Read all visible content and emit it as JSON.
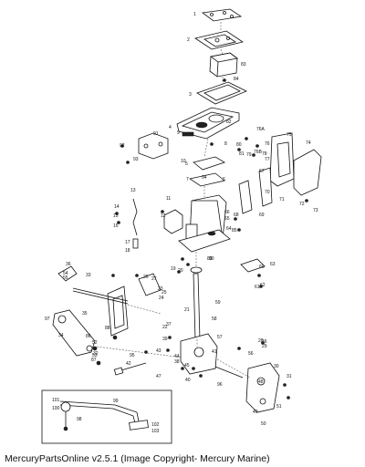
{
  "caption": "MercuryPartsOnline v2.5.1 (Image Copyright- Mercury Marine)",
  "callouts": [
    {
      "id": "c1",
      "text": "1"
    },
    {
      "id": "c2",
      "text": "2"
    },
    {
      "id": "c83",
      "text": "83"
    },
    {
      "id": "c84",
      "text": "84"
    },
    {
      "id": "c3",
      "text": "3"
    },
    {
      "id": "c4",
      "text": "4"
    },
    {
      "id": "c5",
      "text": "5"
    },
    {
      "id": "c6",
      "text": "6"
    },
    {
      "id": "c7",
      "text": "7"
    },
    {
      "id": "c8",
      "text": "8"
    },
    {
      "id": "c9",
      "text": "9"
    },
    {
      "id": "c10",
      "text": "10"
    },
    {
      "id": "c11",
      "text": "11"
    },
    {
      "id": "c12",
      "text": "12"
    },
    {
      "id": "c13",
      "text": "13"
    },
    {
      "id": "c14",
      "text": "14"
    },
    {
      "id": "c15",
      "text": "15"
    },
    {
      "id": "c16",
      "text": "16"
    },
    {
      "id": "c17",
      "text": "17"
    },
    {
      "id": "c18",
      "text": "18"
    },
    {
      "id": "c19",
      "text": "19"
    },
    {
      "id": "c20",
      "text": "20"
    },
    {
      "id": "c21",
      "text": "21"
    },
    {
      "id": "c22",
      "text": "22"
    },
    {
      "id": "c23",
      "text": "23"
    },
    {
      "id": "c24",
      "text": "24"
    },
    {
      "id": "c25",
      "text": "25"
    },
    {
      "id": "c26",
      "text": "26"
    },
    {
      "id": "c27",
      "text": "27"
    },
    {
      "id": "c28",
      "text": "28"
    },
    {
      "id": "c29",
      "text": "29"
    },
    {
      "id": "c30",
      "text": "30"
    },
    {
      "id": "c31",
      "text": "31"
    },
    {
      "id": "c32",
      "text": "32"
    },
    {
      "id": "c33",
      "text": "33"
    },
    {
      "id": "c34",
      "text": "34"
    },
    {
      "id": "c35",
      "text": "35"
    },
    {
      "id": "c36",
      "text": "36"
    },
    {
      "id": "c37",
      "text": "37"
    },
    {
      "id": "c38",
      "text": "38"
    },
    {
      "id": "c39",
      "text": "39"
    },
    {
      "id": "c40",
      "text": "40"
    },
    {
      "id": "c41",
      "text": "41"
    },
    {
      "id": "c42",
      "text": "42"
    },
    {
      "id": "c43",
      "text": "43"
    },
    {
      "id": "c44",
      "text": "44"
    },
    {
      "id": "c45",
      "text": "45"
    },
    {
      "id": "c46",
      "text": "46"
    },
    {
      "id": "c47",
      "text": "47"
    },
    {
      "id": "c48",
      "text": "48"
    },
    {
      "id": "c49",
      "text": "49"
    },
    {
      "id": "c50",
      "text": "50"
    },
    {
      "id": "c51",
      "text": "51"
    },
    {
      "id": "c52",
      "text": "52"
    },
    {
      "id": "c53",
      "text": "53"
    },
    {
      "id": "c54",
      "text": "54"
    },
    {
      "id": "c55",
      "text": "55"
    },
    {
      "id": "c56",
      "text": "56"
    },
    {
      "id": "c57",
      "text": "57"
    },
    {
      "id": "c58",
      "text": "58"
    },
    {
      "id": "c59",
      "text": "59"
    },
    {
      "id": "c60",
      "text": "60"
    },
    {
      "id": "c61",
      "text": "61"
    },
    {
      "id": "c62",
      "text": "62"
    },
    {
      "id": "c63",
      "text": "63"
    },
    {
      "id": "c64",
      "text": "64"
    },
    {
      "id": "c65",
      "text": "65"
    },
    {
      "id": "c66",
      "text": "66"
    },
    {
      "id": "c67",
      "text": "67"
    },
    {
      "id": "c68",
      "text": "68"
    },
    {
      "id": "c69",
      "text": "69"
    },
    {
      "id": "c70",
      "text": "70"
    },
    {
      "id": "c71",
      "text": "71"
    },
    {
      "id": "c72",
      "text": "72"
    },
    {
      "id": "c73",
      "text": "73"
    },
    {
      "id": "c74",
      "text": "74"
    },
    {
      "id": "c75",
      "text": "75"
    },
    {
      "id": "c76",
      "text": "76"
    },
    {
      "id": "c76a",
      "text": "76A"
    },
    {
      "id": "c76b",
      "text": "76B"
    },
    {
      "id": "c77",
      "text": "77"
    },
    {
      "id": "c78",
      "text": "78"
    },
    {
      "id": "c79",
      "text": "79"
    },
    {
      "id": "c80",
      "text": "80"
    },
    {
      "id": "c81",
      "text": "81"
    },
    {
      "id": "c82",
      "text": "82"
    },
    {
      "id": "c85",
      "text": "85"
    },
    {
      "id": "c86",
      "text": "86"
    },
    {
      "id": "c87",
      "text": "87"
    },
    {
      "id": "c88",
      "text": "88"
    },
    {
      "id": "c89",
      "text": "89"
    },
    {
      "id": "c90",
      "text": "90"
    },
    {
      "id": "c91",
      "text": "91"
    },
    {
      "id": "c92",
      "text": "92"
    },
    {
      "id": "c93",
      "text": "93"
    },
    {
      "id": "c94",
      "text": "94"
    },
    {
      "id": "c95",
      "text": "95"
    },
    {
      "id": "c96",
      "text": "96"
    },
    {
      "id": "c97",
      "text": "97"
    },
    {
      "id": "c98",
      "text": "98"
    },
    {
      "id": "c99",
      "text": "99"
    },
    {
      "id": "c100",
      "text": "100"
    },
    {
      "id": "c101",
      "text": "101"
    },
    {
      "id": "c102",
      "text": "102"
    },
    {
      "id": "c103",
      "text": "103"
    }
  ]
}
